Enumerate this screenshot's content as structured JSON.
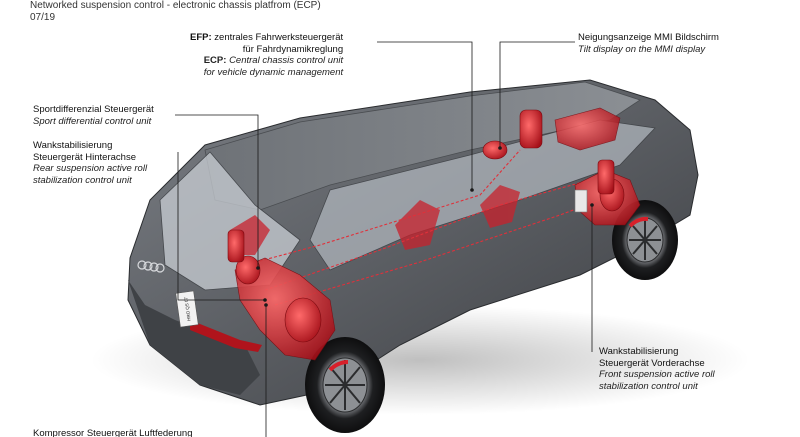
{
  "header": {
    "title": "Networked suspension control - electronic chassis platfrom (ECP)",
    "date": "07/19"
  },
  "labels": {
    "efp": {
      "abbr_de": "EFP:",
      "de_line1": "zentrales Fahrwerksteuergerät",
      "de_line2": "für Fahrdynamikreglung",
      "abbr_en": "ECP:",
      "en_line1": "Central chassis control unit",
      "en_line2": "for vehicle dynamic management"
    },
    "tilt": {
      "de": "Neigungsanzeige MMI Bildschirm",
      "en": "Tilt display on the MMI display"
    },
    "sport": {
      "de": "Sportdifferenzial Steuergerät",
      "en": "Sport differential control unit"
    },
    "rear_roll": {
      "de_line1": "Wankstabilisierung",
      "de_line2": "Steuergerät Hinterachse",
      "en_line1": "Rear suspension active roll",
      "en_line2": "stabilization control unit"
    },
    "front_roll": {
      "de_line1": "Wankstabilisierung",
      "de_line2": "Steuergerät Vorderachse",
      "en_line1": "Front suspension active roll",
      "en_line2": "stabilization control unit"
    },
    "compressor": {
      "de": "Kompressor Steuergerät Luftfederung"
    }
  },
  "colors": {
    "body": "#5b5e63",
    "body_dark": "#3c3f43",
    "glass": "#d9dde2",
    "component": "#d8202a",
    "leader": "#1a1a1a"
  },
  "license_plate": "HRO QS 07"
}
